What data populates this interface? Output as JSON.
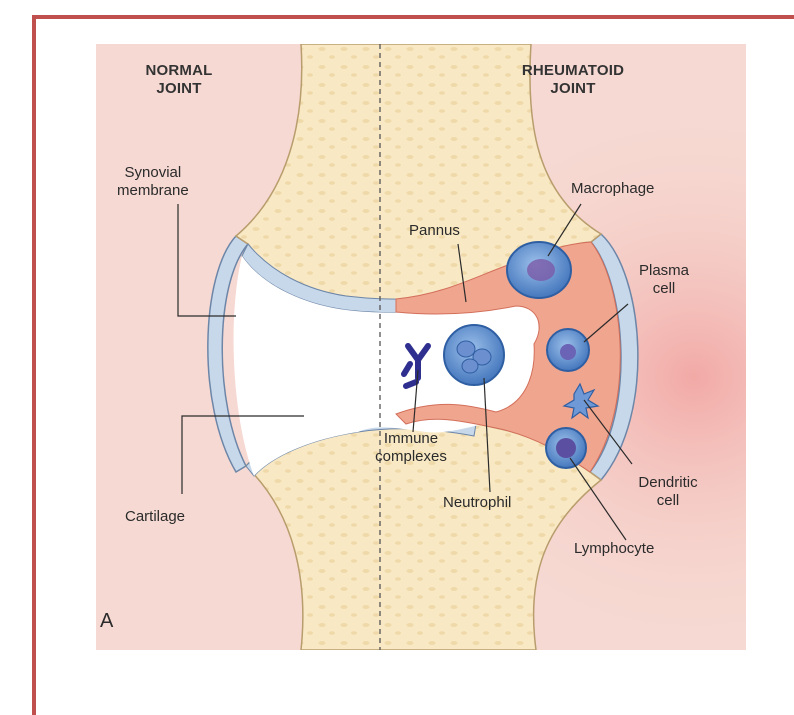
{
  "figure": {
    "panel_letter": "A",
    "headings": {
      "normal": [
        "NORMAL",
        "JOINT"
      ],
      "rheumatoid": [
        "RHEUMATOID",
        "JOINT"
      ]
    },
    "labels": {
      "synovial_membrane": [
        "Synovial",
        "membrane"
      ],
      "cartilage": "Cartilage",
      "pannus": "Pannus",
      "immune_complexes": [
        "Immune",
        "complexes"
      ],
      "neutrophil": "Neutrophil",
      "macrophage": "Macrophage",
      "plasma_cell": [
        "Plasma",
        "cell"
      ],
      "dendritic_cell": [
        "Dendritic",
        "cell"
      ],
      "lymphocyte": "Lymphocyte"
    },
    "colors": {
      "frame": "#c0504d",
      "background": "#f6d9d2",
      "bone": "#f8e8c4",
      "cartilage": "#c7d8ea",
      "pannus": "#f0a58f",
      "cells": "#4f86c8",
      "immune_complex": "#2e2f8f"
    }
  }
}
